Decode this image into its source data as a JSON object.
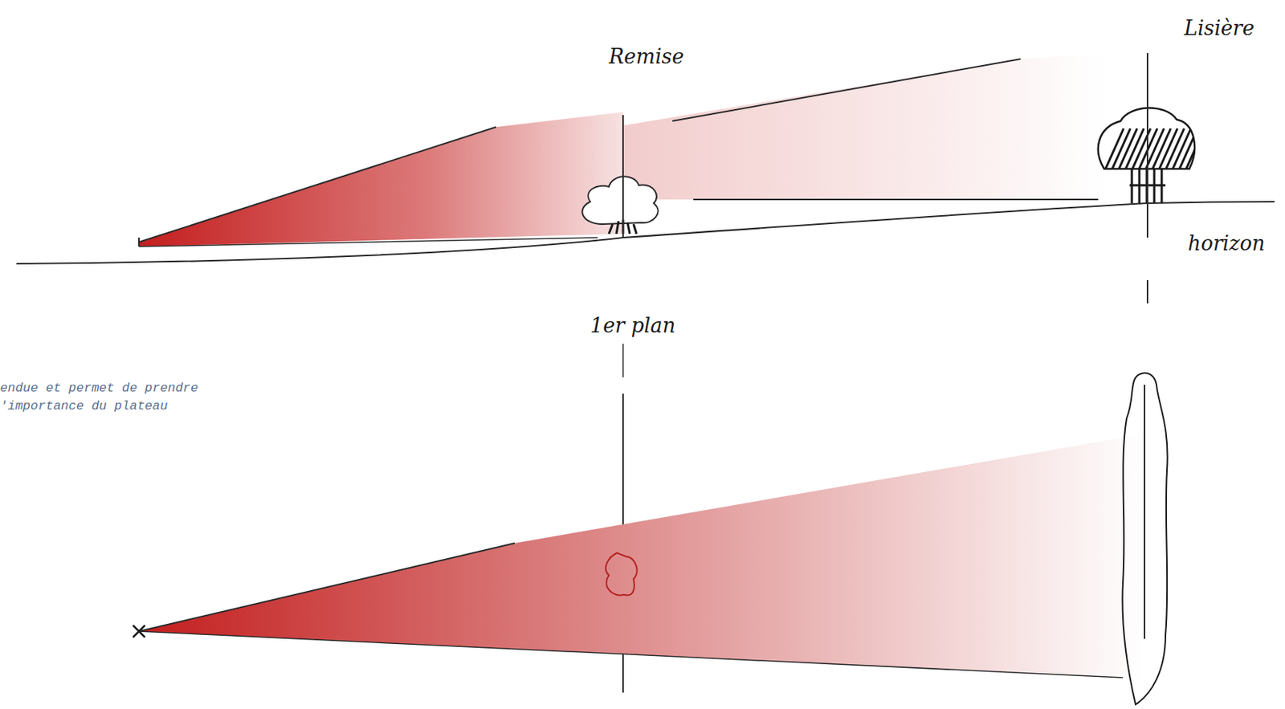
{
  "diagram": {
    "labels": [
      "Remise",
      "Lisière",
      "horizon",
      "1er plan",
      "endue et permet de prendre 'importance du plateau"
    ]
  }
}
